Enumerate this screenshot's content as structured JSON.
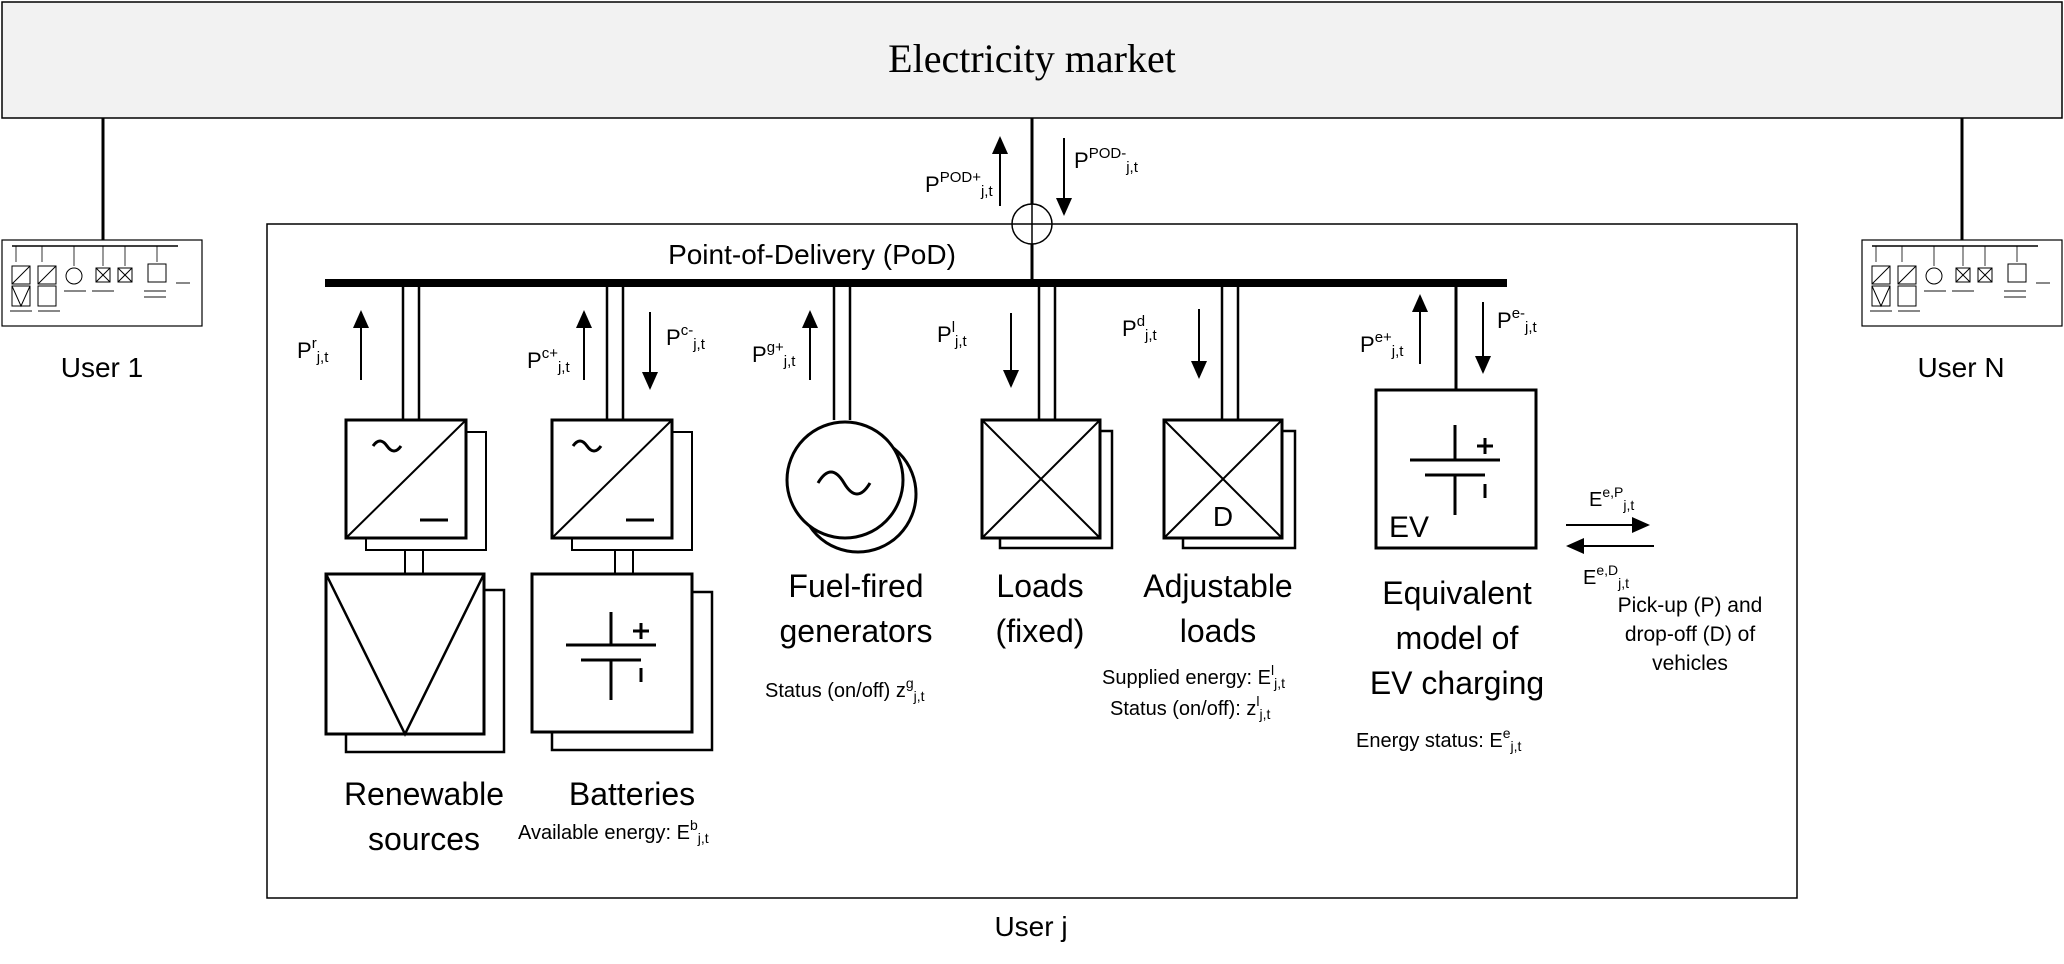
{
  "market": {
    "label": "Electricity market"
  },
  "pod": {
    "label": "Point-of-Delivery (PoD)",
    "p_import": {
      "base": "P",
      "sup": "POD+",
      "sub": "j,t"
    },
    "p_export": {
      "base": "P",
      "sup": "POD-",
      "sub": "j,t"
    }
  },
  "users": {
    "first": "User 1",
    "last": "User N",
    "current": "User j"
  },
  "components": {
    "renewable": {
      "label_line1": "Renewable",
      "label_line2": "sources",
      "flow": {
        "base": "P",
        "sup": "r",
        "sub": "j,t"
      }
    },
    "batteries": {
      "label": "Batteries",
      "flow_in": {
        "base": "P",
        "sup": "c+",
        "sub": "j,t"
      },
      "flow_out": {
        "base": "P",
        "sup": "c-",
        "sub": "j,t"
      },
      "status_text": "Available energy: ",
      "status_var": {
        "base": "E",
        "sup": "b",
        "sub": "j,t"
      }
    },
    "fuel": {
      "label_line1": "Fuel-fired",
      "label_line2": "generators",
      "flow": {
        "base": "P",
        "sup": "g+",
        "sub": "j,t"
      },
      "status_text": "Status (on/off) ",
      "status_var": {
        "base": "z",
        "sup": "g",
        "sub": "j,t"
      }
    },
    "loads": {
      "label_line1": "Loads",
      "label_line2": "(fixed)",
      "flow": {
        "base": "P",
        "sup": "l",
        "sub": "j,t"
      }
    },
    "adjustable": {
      "label_line1": "Adjustable",
      "label_line2": "loads",
      "symbol": "D",
      "flow": {
        "base": "P",
        "sup": "d",
        "sub": "j,t"
      },
      "status1_text": "Supplied energy: ",
      "status1_var": {
        "base": "E",
        "sup": "l",
        "sub": "j,t"
      },
      "status2_text": "Status (on/off): ",
      "status2_var": {
        "base": "z",
        "sup": "l",
        "sub": "j,t"
      }
    },
    "ev": {
      "label_line1": "Equivalent",
      "label_line2": "model of",
      "label_line3": "EV charging",
      "symbol": "EV",
      "flow_in": {
        "base": "P",
        "sup": "e+",
        "sub": "j,t"
      },
      "flow_out": {
        "base": "P",
        "sup": "e-",
        "sub": "j,t"
      },
      "status_text": "Energy status: ",
      "status_var": {
        "base": "E",
        "sup": "e",
        "sub": "j,t"
      },
      "pickup_var": {
        "base": "E",
        "sup": "e,P",
        "sub": "j,t"
      },
      "dropoff_var": {
        "base": "E",
        "sup": "e,D",
        "sub": "j,t"
      },
      "pickup_line1": "Pick-up (P) and",
      "pickup_line2": "drop-off (D) of",
      "pickup_line3": "vehicles"
    }
  },
  "colors": {
    "stroke": "#000000",
    "market_fill": "#f2f2f2",
    "frame": "#000000"
  }
}
